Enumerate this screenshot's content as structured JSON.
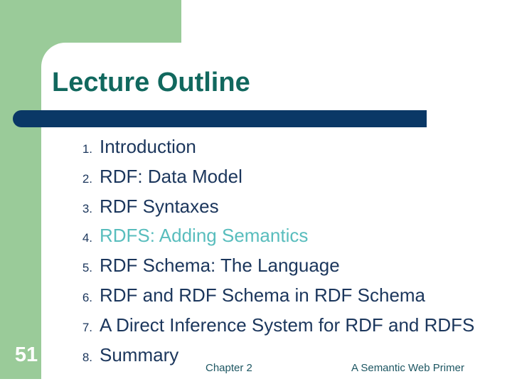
{
  "slide": {
    "title": "Lecture Outline",
    "page_number": "51",
    "outline": [
      {
        "num": "1.",
        "label": "Introduction",
        "highlighted": false
      },
      {
        "num": "2.",
        "label": "RDF: Data Model",
        "highlighted": false
      },
      {
        "num": "3.",
        "label": "RDF Syntaxes",
        "highlighted": false
      },
      {
        "num": "4.",
        "label": "RDFS: Adding Semantics",
        "highlighted": true
      },
      {
        "num": "5.",
        "label": "RDF Schema: The Language",
        "highlighted": false
      },
      {
        "num": "6.",
        "label": "RDF and RDF Schema in RDF Schema",
        "highlighted": false
      },
      {
        "num": "7.",
        "label": "A Direct Inference System for RDF and RDFS",
        "highlighted": false
      },
      {
        "num": "8.",
        "label": "Summary",
        "highlighted": false
      }
    ],
    "footer": {
      "chapter": "Chapter 2",
      "book": "A Semantic Web Primer"
    },
    "colors": {
      "accent-green": "#9ACB99",
      "bar-navy": "#0A3866",
      "title-teal": "#11685E",
      "body-navy": "#1B365C",
      "highlight-teal": "#58BDBD",
      "footer-teal": "#1D5662"
    }
  }
}
